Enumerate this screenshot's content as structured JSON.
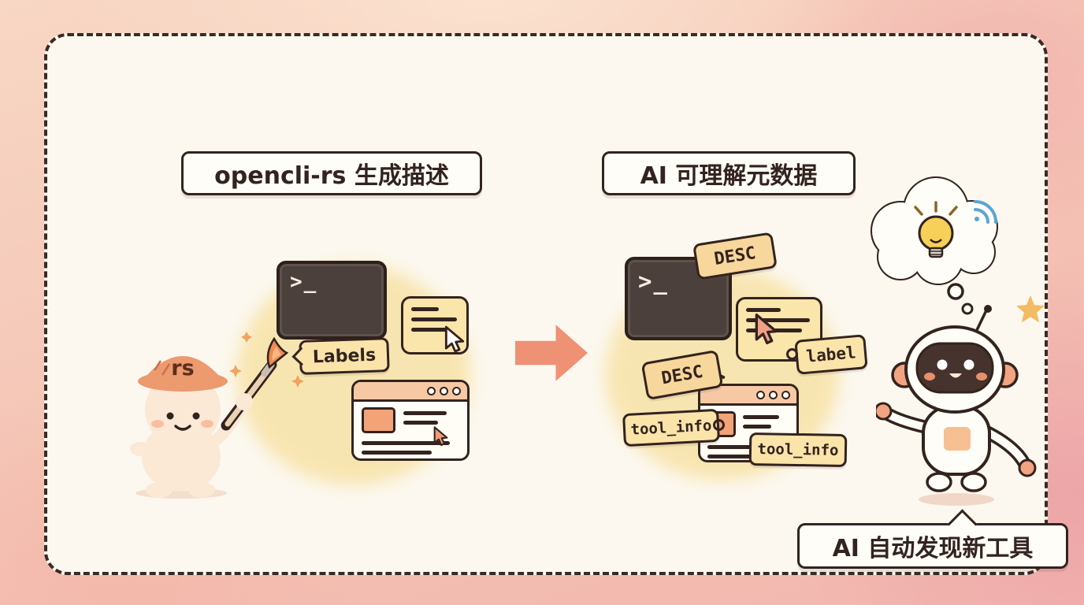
{
  "titles": {
    "left": "opencli-rs 生成描述",
    "right": "AI 可理解元数据",
    "bottom": "AI 自动发现新工具"
  },
  "left_scene": {
    "terminal_prompt": ">_",
    "labels_tag": "Labels",
    "helmet_label": "rs"
  },
  "right_scene": {
    "terminal_prompt": ">_",
    "desc_tag_top": "DESC",
    "label_tag": "label",
    "desc_tag_mid": "DESC",
    "tool_info_tag_left": "tool_info",
    "tool_info_tag_bottom": "tool_info"
  },
  "colors": {
    "outline_dark": "#33231f",
    "card_bg": "#fcf8ef",
    "background_pink": "#f4c2b4",
    "accent_salmon": "#ee9174",
    "tag_yellow": "#fbe4a9",
    "blob_yellow": "#f7e1a2",
    "bulb_yellow": "#f6d058",
    "wifi_blue": "#58a6d6"
  }
}
